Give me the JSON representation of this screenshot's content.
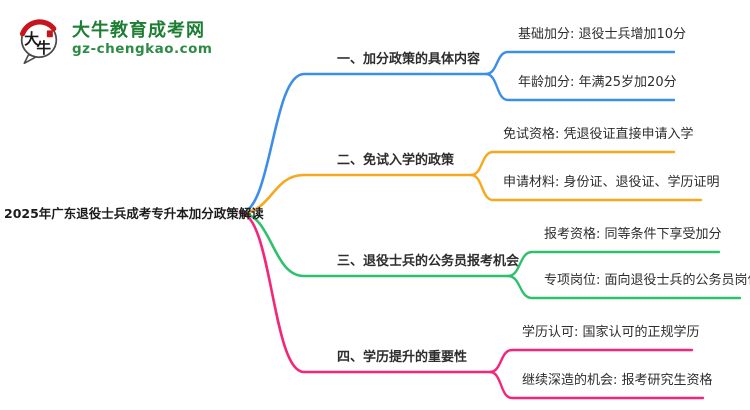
{
  "logo": {
    "icon_text": "大牛",
    "site_name": "大牛教育成考网",
    "site_url": "gz-chengkao.com",
    "brand_green": "#1e7e34",
    "icon_red": "#c5161d",
    "icon_outline": "#4a4a4a"
  },
  "root": {
    "label": "2025年广东退役士兵成考专升本加分政策解读"
  },
  "branches": [
    {
      "label": "一、加分政策的具体内容",
      "color": "#3d8ee9",
      "children": [
        {
          "label": "基础加分: 退役士兵增加10分"
        },
        {
          "label": "年龄加分: 年满25岁加20分"
        }
      ]
    },
    {
      "label": "二、免试入学的政策",
      "color": "#f7a81f",
      "children": [
        {
          "label": "免试资格: 凭退役证直接申请入学"
        },
        {
          "label": "申请材料: 身份证、退役证、学历证明"
        }
      ]
    },
    {
      "label": "三、退役士兵的公务员报考机会",
      "color": "#2ec16d",
      "children": [
        {
          "label": "报考资格: 同等条件下享受加分"
        },
        {
          "label": "专项岗位: 面向退役士兵的公务员岗位"
        }
      ]
    },
    {
      "label": "四、学历提升的重要性",
      "color": "#f4267a",
      "children": [
        {
          "label": "学历认可: 国家认可的正规学历"
        },
        {
          "label": "继续深造的机会: 报考研究生资格"
        }
      ]
    }
  ]
}
